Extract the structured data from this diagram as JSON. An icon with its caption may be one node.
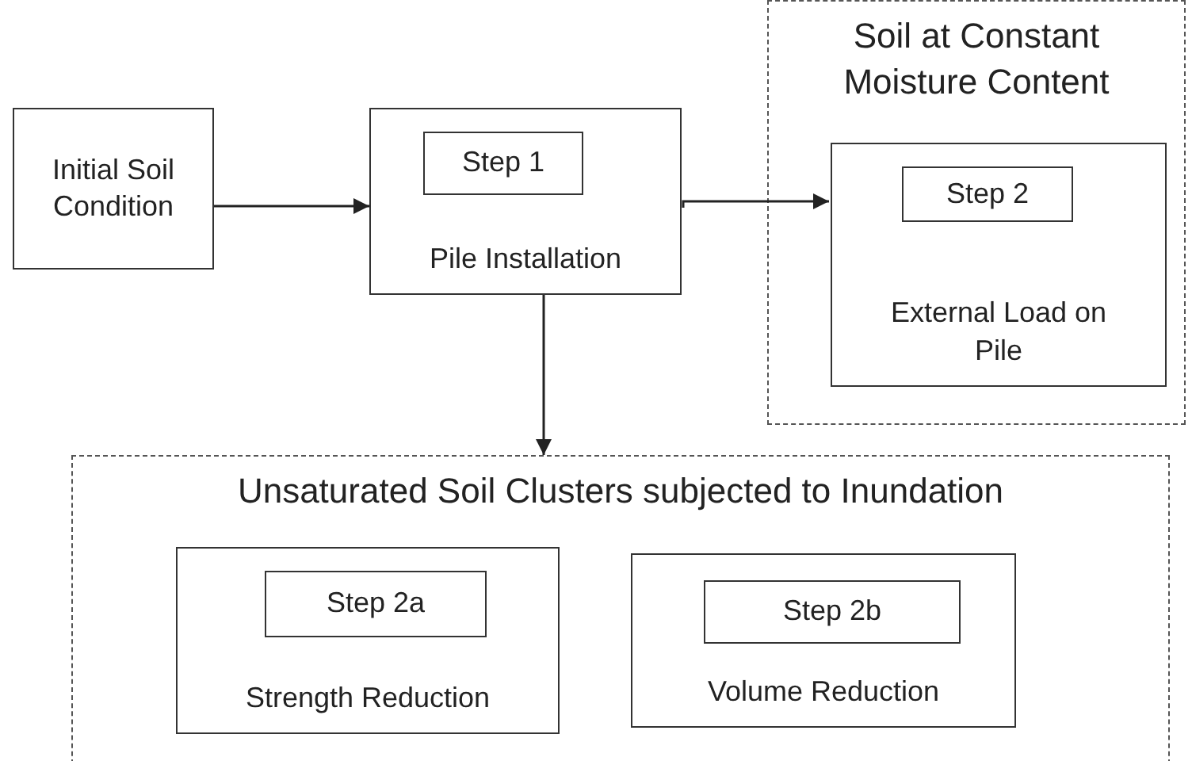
{
  "diagram": {
    "nodes": [
      {
        "text": [
          "Initial Soil Condition"
        ]
      },
      {
        "text": [
          "Pile Installation"
        ]
      },
      {
        "text": [
          "Step 1"
        ],
        "in": 1
      },
      {
        "text": [
          "Soil at Constant Moisture Content"
        ]
      },
      {
        "text": [
          "External Load on Pile"
        ],
        "in": 3
      },
      {
        "text": [
          "Step 2"
        ],
        "in": 4
      },
      {
        "text": [
          "Unsaturated Soil Clusters subjected to Inundation"
        ]
      },
      {
        "text": [
          "Strength Reduction"
        ],
        "in": 6
      },
      {
        "text": [
          "Step 2a"
        ],
        "in": 7
      },
      {
        "text": [
          "Volume Reduction"
        ],
        "in": 6
      },
      {
        "text": [
          "Step 2b"
        ],
        "in": 9
      }
    ],
    "edges": [
      {
        "from": 0,
        "to": 1,
        "arrow": "to"
      },
      {
        "from": 1,
        "to": 4,
        "arrow": "to"
      },
      {
        "from": 1,
        "to": 6,
        "arrow": "to"
      }
    ]
  }
}
